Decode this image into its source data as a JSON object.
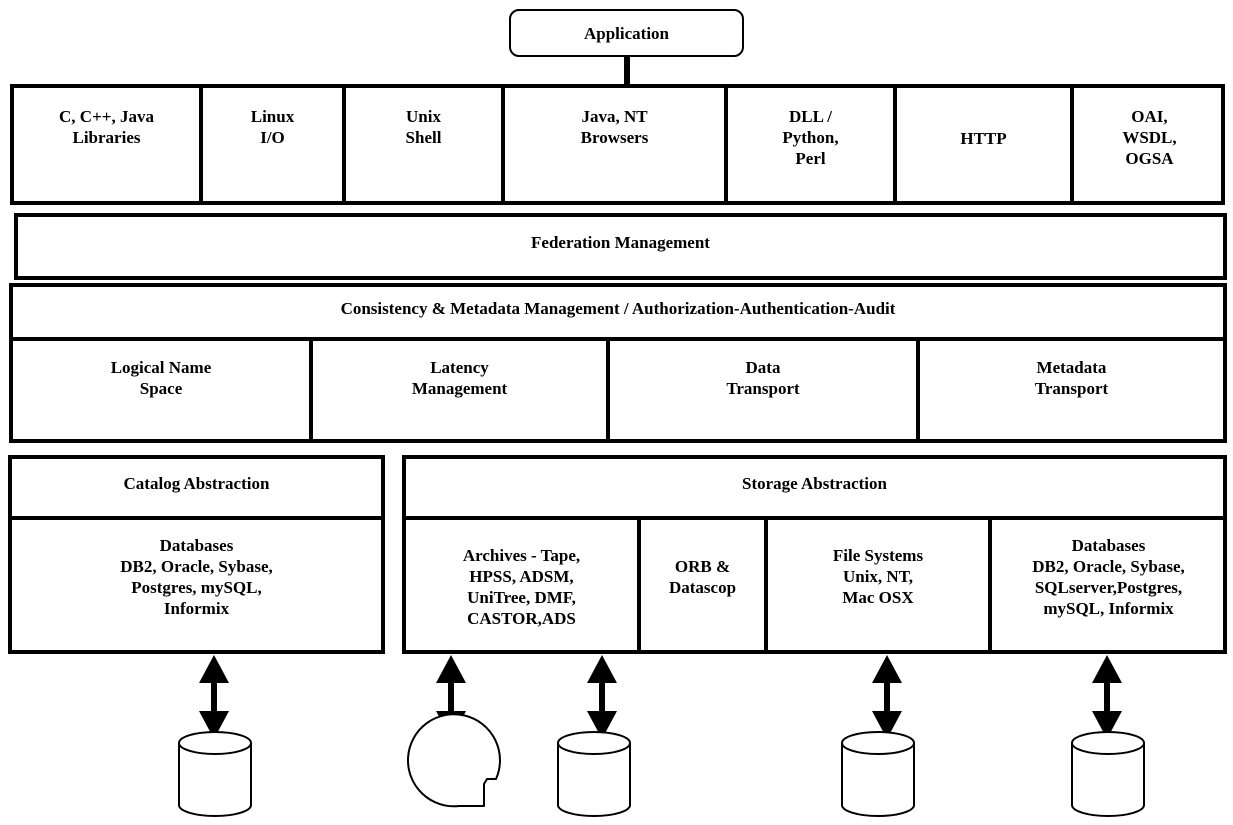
{
  "application": "Application",
  "interfaces": [
    "C, C++, Java\nLibraries",
    "Linux\nI/O",
    "Unix\nShell",
    "Java, NT\nBrowsers",
    "DLL /\nPython,\nPerl",
    "HTTP",
    "OAI,\nWSDL,\nOGSA"
  ],
  "federation": "Federation Management",
  "consistency": "Consistency  & Metadata Management / Authorization-Authentication-Audit",
  "services": [
    "Logical Name\nSpace",
    "Latency\nManagement",
    "Data\nTransport",
    "Metadata\nTransport"
  ],
  "catalog": {
    "title": "Catalog Abstraction",
    "databases": "Databases\nDB2, Oracle, Sybase,\nPostgres, mySQL,\nInformix"
  },
  "storage": {
    "title": "Storage Abstraction",
    "systems": [
      "Archives - Tape,\nHPSS, ADSM,\nUniTree, DMF,\nCASTOR,ADS",
      "ORB &\nDatascop",
      "File Systems\nUnix, NT,\nMac OSX",
      "Databases\nDB2, Oracle, Sybase,\nSQLserver,Postgres,\nmySQL, Informix"
    ]
  },
  "icons": [
    "double-arrow-icon",
    "cylinder-icon",
    "tape-icon"
  ]
}
